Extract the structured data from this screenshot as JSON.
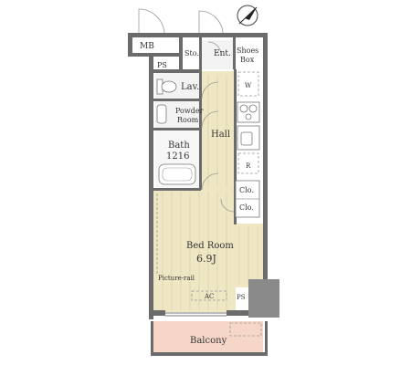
{
  "rooms": {
    "mb": "MB",
    "ps_top": "PS",
    "ps_bottom": "PS",
    "storage": "Sto.",
    "entrance": "Ent.",
    "shoes_box_line1": "Shoes",
    "shoes_box_line2": "Box",
    "lavatory": "Lav.",
    "washer": "W",
    "powder_room_line1": "Powder",
    "powder_room_line2": "Room",
    "hall": "Hall",
    "bath": "Bath",
    "bath_size": "1216",
    "refrigerator": "R",
    "closet_1": "Clo.",
    "closet_2": "Clo.",
    "bedroom": "Bed Room",
    "bedroom_size": "6.9J",
    "picture_rail": "Picture-rail",
    "ac": "AC",
    "balcony": "Balcony"
  },
  "colors": {
    "floor": "#efe6c4",
    "balcony": "#f6d7c7",
    "wall": "#6b6b6b",
    "tile": "#f3f3f3"
  },
  "icons": {
    "compass": "north-arrow-icon"
  }
}
